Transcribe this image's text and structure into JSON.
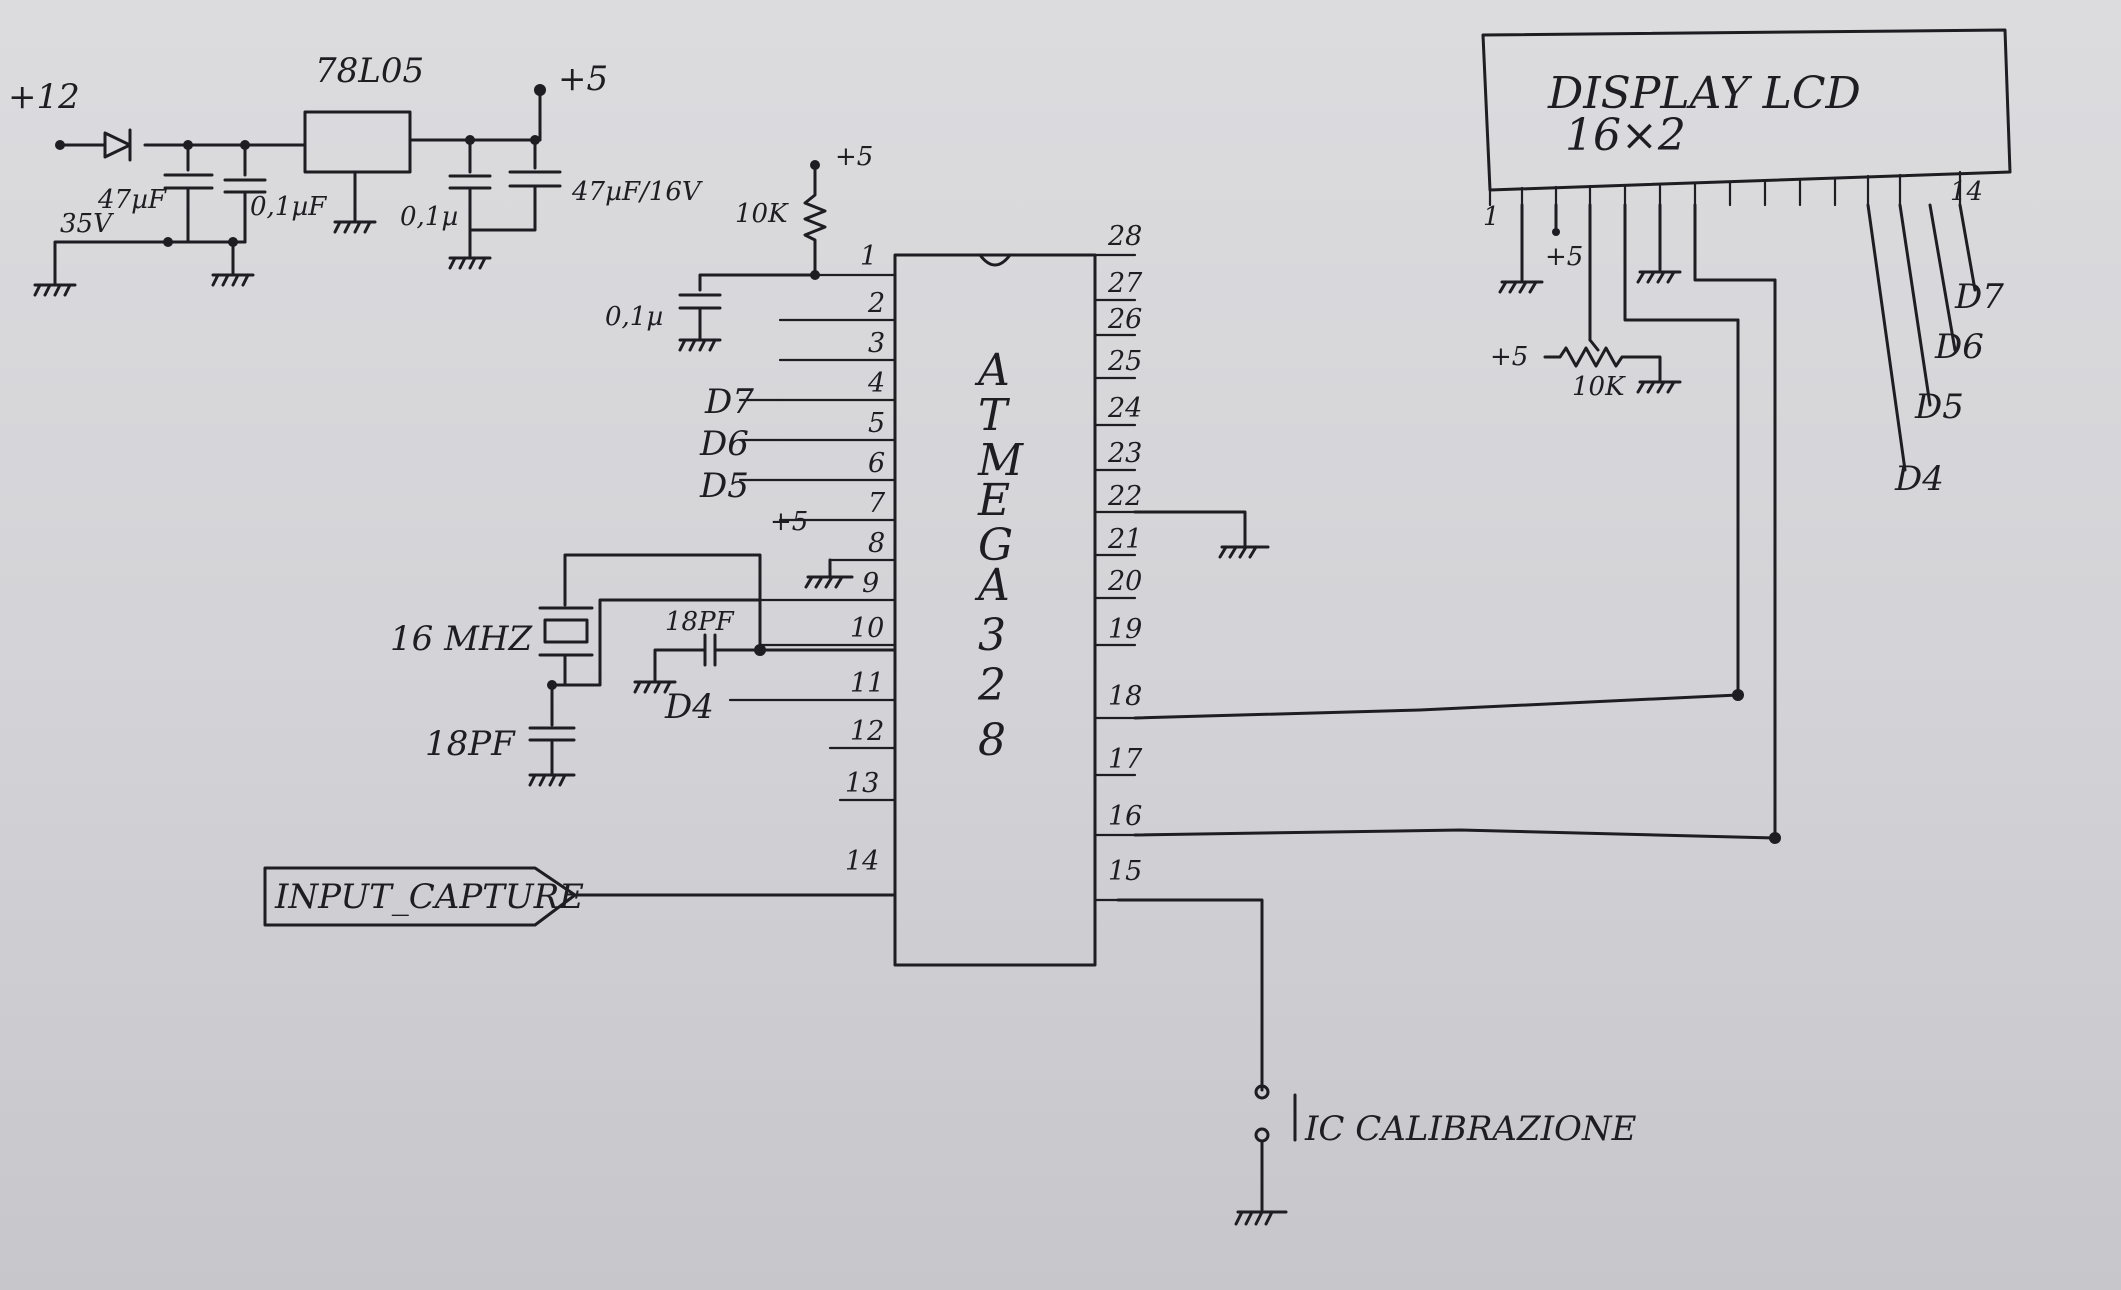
{
  "supply": {
    "v12": "+12",
    "v5_out": "+5",
    "regulator": "78L05",
    "cap_in": "47µF",
    "cap_in_voltage": "35V",
    "cap_in_small": "0,1µF",
    "cap_out_small": "0,1µ",
    "cap_out": "47µF/16V"
  },
  "mcu": {
    "name_letters": [
      "A",
      "T",
      "M",
      "E",
      "G",
      "A",
      "3",
      "2",
      "8"
    ],
    "left_pins": [
      "1",
      "2",
      "3",
      "4",
      "5",
      "6",
      "7",
      "8",
      "9",
      "10",
      "11",
      "12",
      "13",
      "14"
    ],
    "right_pins": [
      "28",
      "27",
      "26",
      "25",
      "24",
      "23",
      "22",
      "21",
      "20",
      "19",
      "18",
      "17",
      "16",
      "15"
    ],
    "reset_pullup_vcc": "+5",
    "reset_pullup_value": "10K",
    "reset_cap": "0,1µ",
    "pin7_vcc": "+5"
  },
  "signals": {
    "d7": "D7",
    "d6": "D6",
    "d5": "D5",
    "d4": "D4"
  },
  "crystal": {
    "freq": "16 MHZ",
    "cap_top": "18PF",
    "cap_bottom": "18PF"
  },
  "input_capture": "INPUT_CAPTURE",
  "lcd": {
    "title": "DISPLAY LCD",
    "size": "16×2",
    "pin_first": "1",
    "pin_last": "14",
    "vcc": "+5",
    "contrast_vcc": "+5",
    "contrast_pot": "10K",
    "d7": "D7",
    "d6": "D6",
    "d5": "D5",
    "d4": "D4"
  },
  "calibration": "IC CALIBRAZIONE"
}
